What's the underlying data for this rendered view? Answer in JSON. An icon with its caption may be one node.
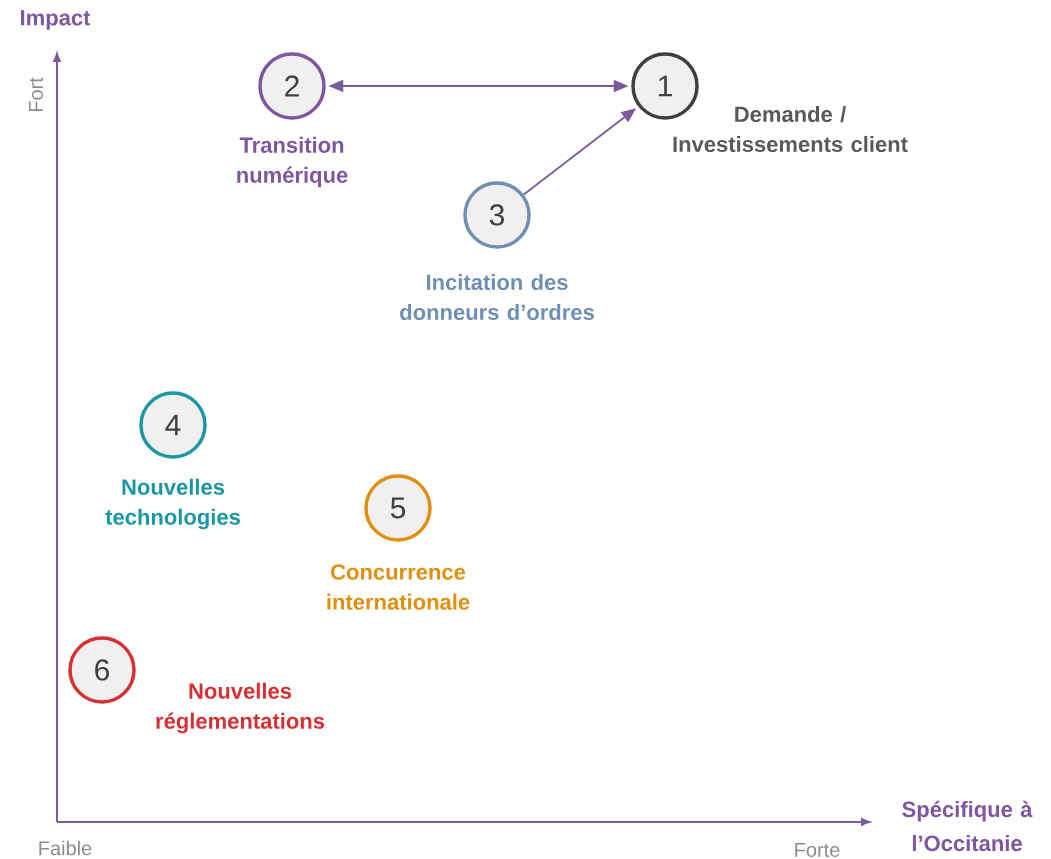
{
  "diagram": {
    "nodes": [
      {
        "text": [
          "2"
        ],
        "beside": [
          "Transition numérique"
        ]
      },
      {
        "text": [
          "1"
        ],
        "beside": [
          "Demande / Investissements client"
        ]
      },
      {
        "text": [
          "3"
        ],
        "beside": [
          "Incitation des donneurs d’ordres"
        ]
      },
      {
        "text": [
          "4"
        ],
        "beside": [
          "Nouvelles technologies"
        ]
      },
      {
        "text": [
          "5"
        ],
        "beside": [
          "Concurrence internationale"
        ]
      },
      {
        "text": [
          "6"
        ],
        "beside": [
          "Nouvelles réglementations"
        ]
      }
    ],
    "edges": [
      {
        "from": 0,
        "to": 1,
        "arrow": "both"
      },
      {
        "from": 2,
        "to": 1,
        "arrow": "to"
      }
    ],
    "labels": [
      "Impact",
      "Fort",
      "Faible",
      "Forte",
      "Spécifique à l’Occitanie"
    ]
  }
}
